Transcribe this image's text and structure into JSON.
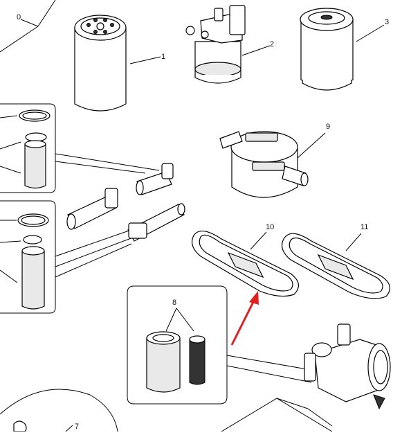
{
  "labels": {
    "p0": "0",
    "p1": "1",
    "p2": "2",
    "p3": "3",
    "p7": "7",
    "p8": "8",
    "p9": "9",
    "p10": "10",
    "p11": "11"
  },
  "colors": {
    "line": "#000000",
    "panel": "#ffffff",
    "shade": "#e9e9e9",
    "arrow": "#e02020"
  },
  "icons": {
    "pointer": "red-arrow-icon"
  }
}
